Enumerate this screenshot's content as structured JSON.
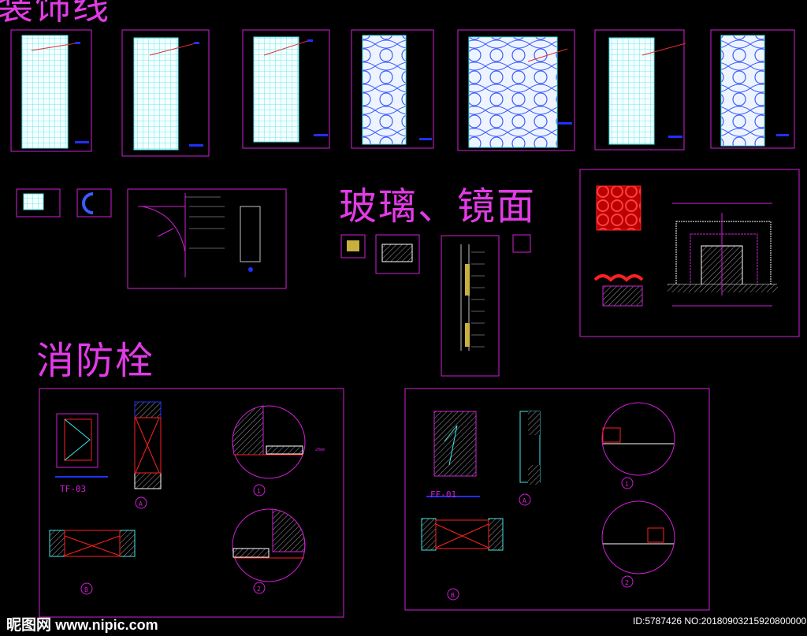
{
  "titles": {
    "moulding": "装饰线",
    "glass_mirror": "玻璃、镜面",
    "fire_hydrant": "消防栓"
  },
  "drawings": {
    "left_panel_code": "TF-03",
    "right_panel_code": "FF-01",
    "section_a": "A",
    "section_b": "B",
    "detail_1": "1",
    "detail_2": "2",
    "dim_label": "20mm"
  },
  "watermark": {
    "brand": "昵图网",
    "url": "www.nipic.com",
    "id_text": "ID:5787426 NO:20180903215920800000"
  },
  "colors": {
    "magenta": "#d21fd6",
    "cyan": "#3fe8e8",
    "red": "#ff2020",
    "blue": "#2030ff",
    "bg": "#000000"
  }
}
